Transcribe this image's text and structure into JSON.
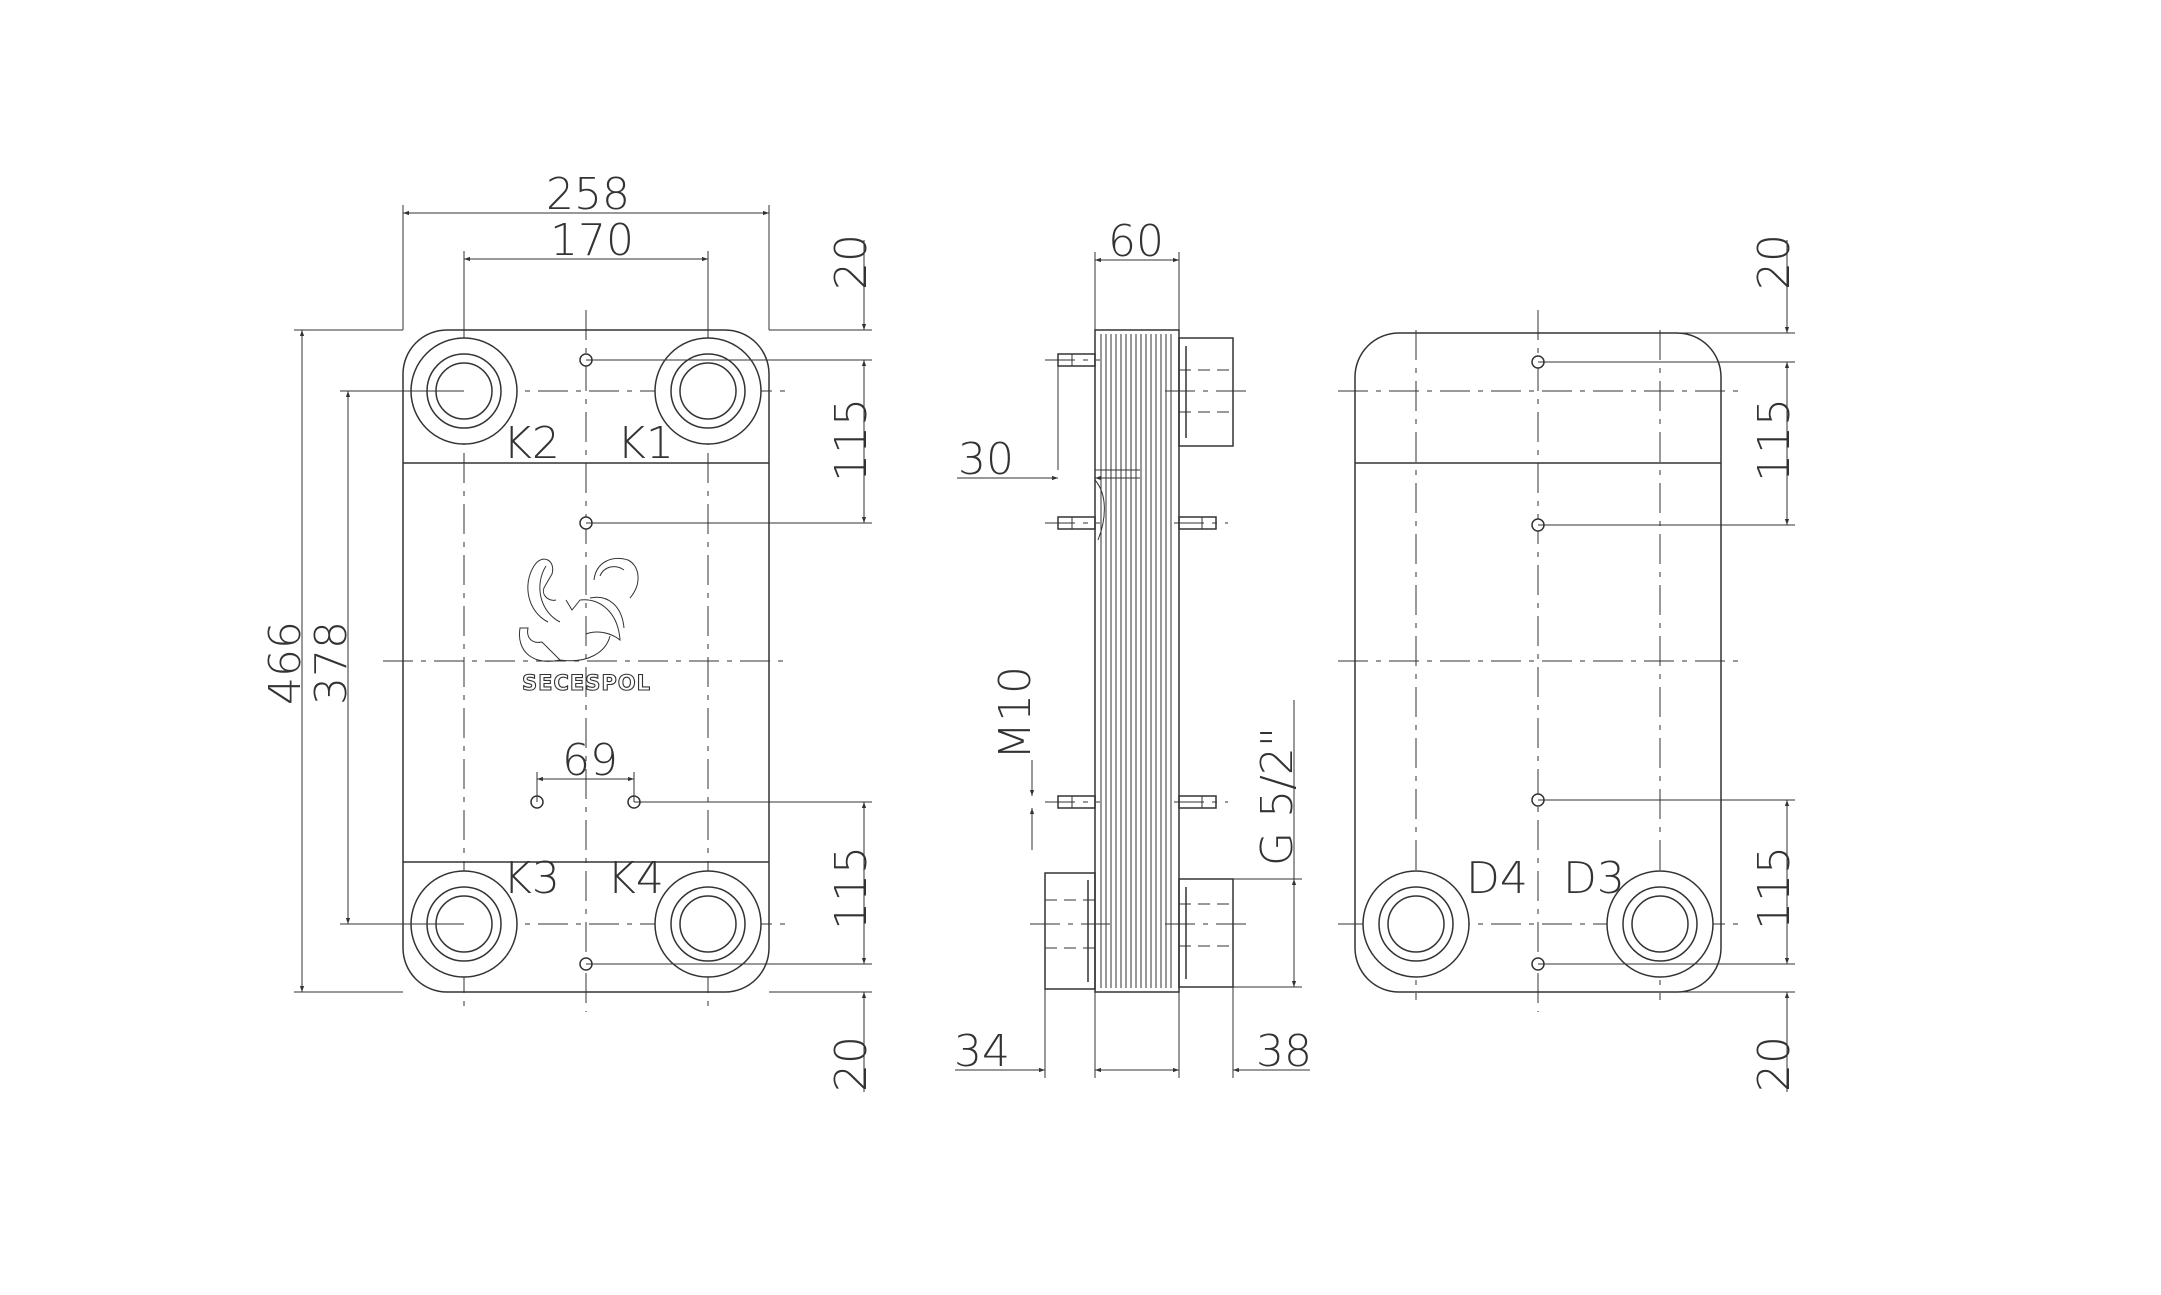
{
  "drawing": {
    "brand_logo_text": "SECESPOL",
    "front_view": {
      "width": "258",
      "port_spacing_h": "170",
      "height": "466",
      "port_spacing_v": "378",
      "top_offset": "20",
      "top_bolt_spacing": "115",
      "bottom_bolt_spacing": "115",
      "bottom_offset": "20",
      "bolt_pair_spacing": "69",
      "ports": {
        "top_left": "K2",
        "top_right": "K1",
        "bottom_left": "K3",
        "bottom_right": "K4"
      }
    },
    "side_view": {
      "depth": "60",
      "bolt_length": "30",
      "bolt_thread": "M10",
      "connection_thread": "G 5/2\"",
      "left_connection_length": "34",
      "right_connection_length": "38"
    },
    "rear_view": {
      "top_offset": "20",
      "top_bolt_spacing": "115",
      "bottom_bolt_spacing": "115",
      "bottom_offset": "20",
      "ports": {
        "bottom_left": "D4",
        "bottom_right": "D3"
      }
    }
  }
}
